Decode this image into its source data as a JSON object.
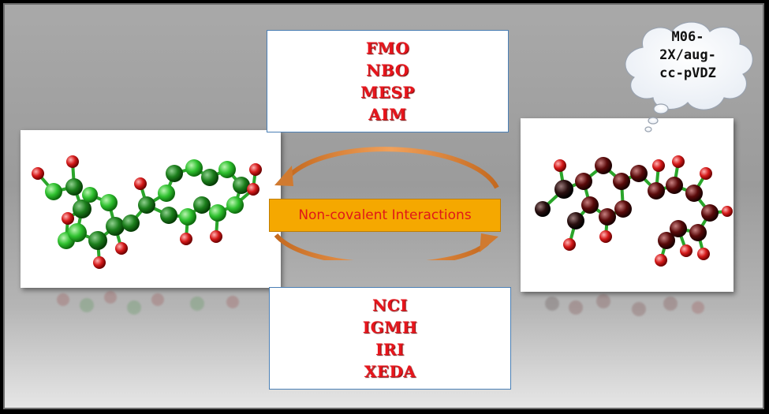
{
  "top_methods": [
    "FMO",
    "NBO",
    "MESP",
    "AIM"
  ],
  "bottom_methods": [
    "NCI",
    "IGMH",
    "IRI",
    "XEDA"
  ],
  "center_label": "Non-covalent Interactions",
  "cloud_lines": [
    "M06-",
    "2X/aug-",
    "cc-pVDZ"
  ],
  "colors": {
    "method_text": "#e8151c",
    "center_box": "#f5a800",
    "arrow": "#e8893a",
    "left_molecule": "#2fc12f",
    "right_molecule": "#5a0a0a",
    "hydrogen": "#d51a1a"
  },
  "icons": {
    "left_molecule": "green-ball-and-stick-molecule",
    "right_molecule": "dark-red-ball-and-stick-molecule",
    "cycle_arrows": "curved-arrows"
  }
}
